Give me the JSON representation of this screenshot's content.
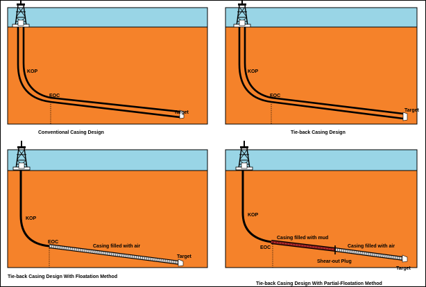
{
  "colors": {
    "sky": "#99D5E6",
    "ground": "#F5822A",
    "panel_border": "#000000",
    "pipe": "#000000",
    "air_casing": "#D9D9D9",
    "mud_casing": "#8B1A1A"
  },
  "icons": {
    "derrick": "drilling-rig-icon",
    "float_shoe": "float-shoe-icon",
    "shear_plug": "shear-out-plug-icon"
  },
  "panels": [
    {
      "name": "conventional",
      "caption": "Conventional Casing Design",
      "kop": "KOP",
      "eoc": "EOC",
      "target": "Target"
    },
    {
      "name": "tieback",
      "caption": "Tie-back Casing Design",
      "kop": "KOP",
      "eoc": "EOC",
      "target": "Target"
    },
    {
      "name": "floatation",
      "caption": "Tie-back Casing Design With Floatation Method",
      "kop": "KOP",
      "eoc": "EOC",
      "target": "Target",
      "air_label": "Casing filled with air"
    },
    {
      "name": "partial-floatation",
      "caption": "Tie-back Casing Design With Partial-Floatation Method",
      "kop": "KOP",
      "eoc": "EOC",
      "target": "Target",
      "mud_label": "Casing filled with mud",
      "air_label": "Casing filled with air",
      "plug_label": "Shear-out Plug"
    }
  ]
}
